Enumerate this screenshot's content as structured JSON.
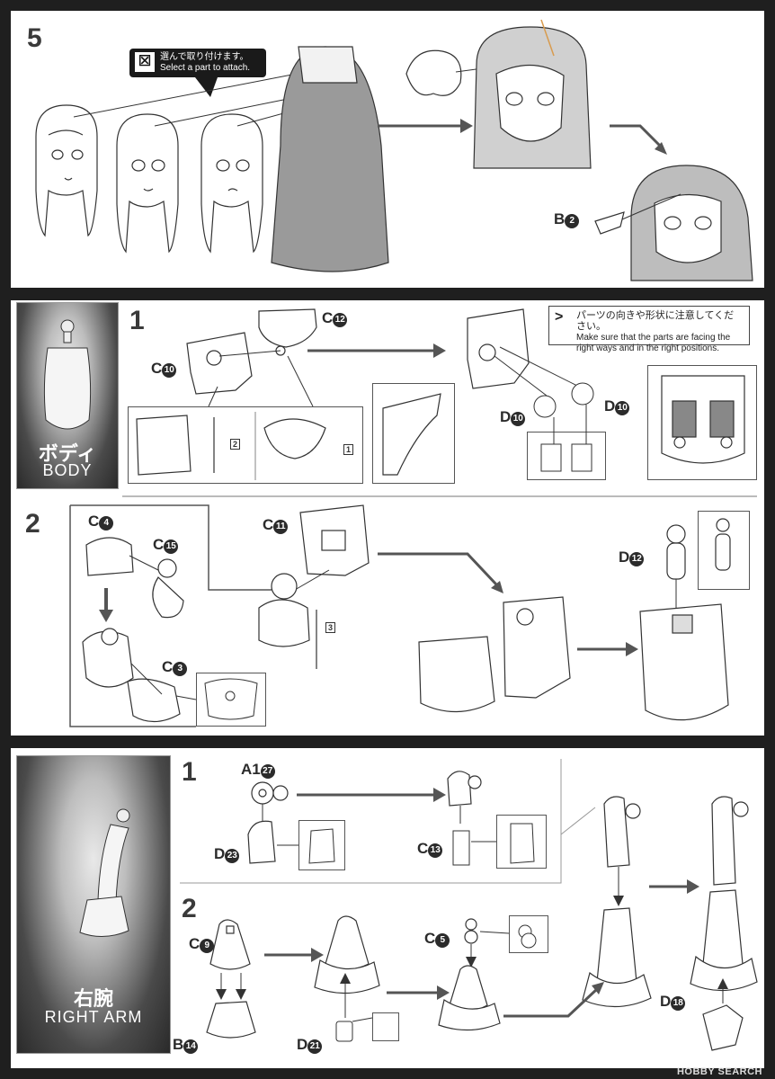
{
  "step5": {
    "number": "5",
    "bubble_jp": "選んで取り付けます。",
    "bubble_en": "Select a part to attach.",
    "part_b2": {
      "letter": "B",
      "num": "2"
    }
  },
  "body": {
    "tab_jp": "ボディ",
    "tab_en": "BODY",
    "step1": {
      "number": "1",
      "c12": {
        "letter": "C",
        "num": "12"
      },
      "c10": {
        "letter": "C",
        "num": "10"
      },
      "d10a": {
        "letter": "D",
        "num": "10"
      },
      "d10b": {
        "letter": "D",
        "num": "10"
      },
      "tag2": "2",
      "tag1": "1",
      "note_jp": "パーツの向きや形状に注意してください。",
      "note_en": "Make sure that the parts are facing the right ways and in the right positions."
    },
    "step2": {
      "number": "2",
      "c4": {
        "letter": "C",
        "num": "4"
      },
      "c15": {
        "letter": "C",
        "num": "15"
      },
      "c3": {
        "letter": "C",
        "num": "3"
      },
      "c11": {
        "letter": "C",
        "num": "11"
      },
      "d12": {
        "letter": "D",
        "num": "12"
      },
      "tag3": "3"
    }
  },
  "arm": {
    "tab_jp": "右腕",
    "tab_en": "RIGHT ARM",
    "step1": {
      "number": "1",
      "a1_27": {
        "letter": "A1",
        "num": "27"
      },
      "d23": {
        "letter": "D",
        "num": "23"
      },
      "c13": {
        "letter": "C",
        "num": "13"
      }
    },
    "step2": {
      "number": "2",
      "c9": {
        "letter": "C",
        "num": "9"
      },
      "b14": {
        "letter": "B",
        "num": "14"
      },
      "d21": {
        "letter": "D",
        "num": "21"
      },
      "c5": {
        "letter": "C",
        "num": "5"
      },
      "d18": {
        "letter": "D",
        "num": "18"
      }
    }
  },
  "watermark": "HOBBY SEARCH",
  "colors": {
    "frame": "#1f1f1f",
    "panel": "#ffffff",
    "ink": "#2b2b2b",
    "arrow": "#555555"
  }
}
